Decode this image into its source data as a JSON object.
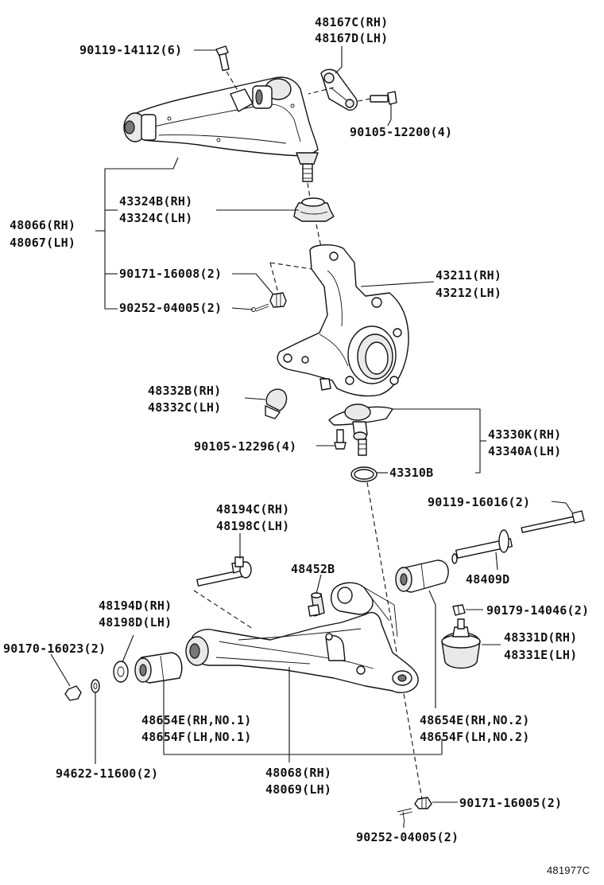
{
  "diagram_code": "481977C",
  "labels": {
    "l_48167": [
      "48167C(RH)",
      "48167D(LH)"
    ],
    "l_90119_14112": "90119-14112(6)",
    "l_90105_12200": "90105-12200(4)",
    "l_48066": [
      "48066(RH)",
      "48067(LH)"
    ],
    "l_43324": [
      "43324B(RH)",
      "43324C(LH)"
    ],
    "l_90171_16008": "90171-16008(2)",
    "l_90252_04005_top": "90252-04005(2)",
    "l_43211": [
      "43211(RH)",
      "43212(LH)"
    ],
    "l_48332": [
      "48332B(RH)",
      "48332C(LH)"
    ],
    "l_90105_12296": "90105-12296(4)",
    "l_43330": [
      "43330K(RH)",
      "43340A(LH)"
    ],
    "l_43310B": "43310B",
    "l_48194C": [
      "48194C(RH)",
      "48198C(LH)"
    ],
    "l_90119_16016": "90119-16016(2)",
    "l_48452B": "48452B",
    "l_48409D": "48409D",
    "l_48194D": [
      "48194D(RH)",
      "48198D(LH)"
    ],
    "l_90179_14046": "90179-14046(2)",
    "l_90170_16023": "90170-16023(2)",
    "l_48331": [
      "48331D(RH)",
      "48331E(LH)"
    ],
    "l_48654_no1": [
      "48654E(RH,NO.1)",
      "48654F(LH,NO.1)"
    ],
    "l_48654_no2": [
      "48654E(RH,NO.2)",
      "48654F(LH,NO.2)"
    ],
    "l_94622_11600": "94622-11600(2)",
    "l_48068": [
      "48068(RH)",
      "48069(LH)"
    ],
    "l_90171_16005": "90171-16005(2)",
    "l_90252_04005_bottom": "90252-04005(2)"
  }
}
